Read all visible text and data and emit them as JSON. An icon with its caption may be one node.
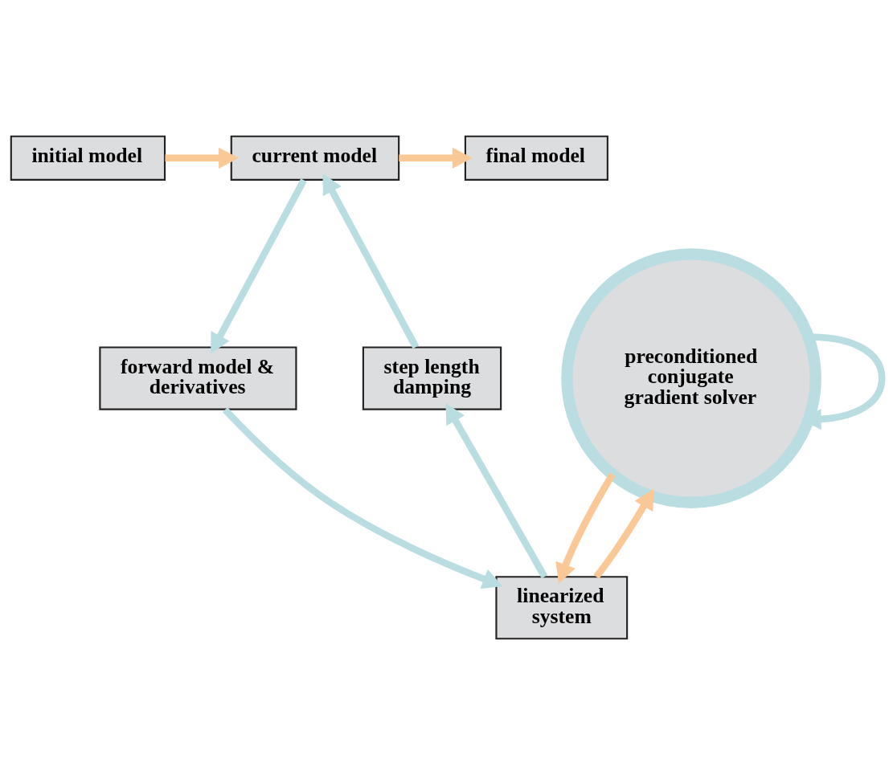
{
  "diagram": {
    "nodes": [
      {
        "text": [
          "initial model"
        ]
      },
      {
        "text": [
          "final model"
        ]
      },
      {
        "text": [
          "current model"
        ]
      },
      {
        "text": [
          "step length damping"
        ]
      },
      {
        "text": [
          "preconditioned conjugate gradient solver"
        ]
      },
      {
        "text": [
          "forward model & derivatives"
        ]
      },
      {
        "text": [
          "linearized system"
        ]
      }
    ],
    "edges": [
      {
        "from": 0,
        "to": 2,
        "arrow": "to",
        "color": "#f9c896"
      },
      {
        "from": 2,
        "to": 1,
        "arrow": "to",
        "color": "#f9c896"
      },
      {
        "from": 2,
        "to": 5,
        "arrow": "to"
      },
      {
        "from": 5,
        "to": 6,
        "arrow": "to"
      },
      {
        "from": 6,
        "to": 3,
        "arrow": "to"
      },
      {
        "from": 3,
        "to": 2,
        "arrow": "to"
      },
      {
        "from": 4,
        "to": 4,
        "arrow": "to"
      },
      {
        "from": 4,
        "to": 6,
        "arrow": "to",
        "color": "#f9c896"
      },
      {
        "from": 6,
        "to": 4,
        "arrow": "to",
        "color": "#f9c896"
      }
    ]
  }
}
